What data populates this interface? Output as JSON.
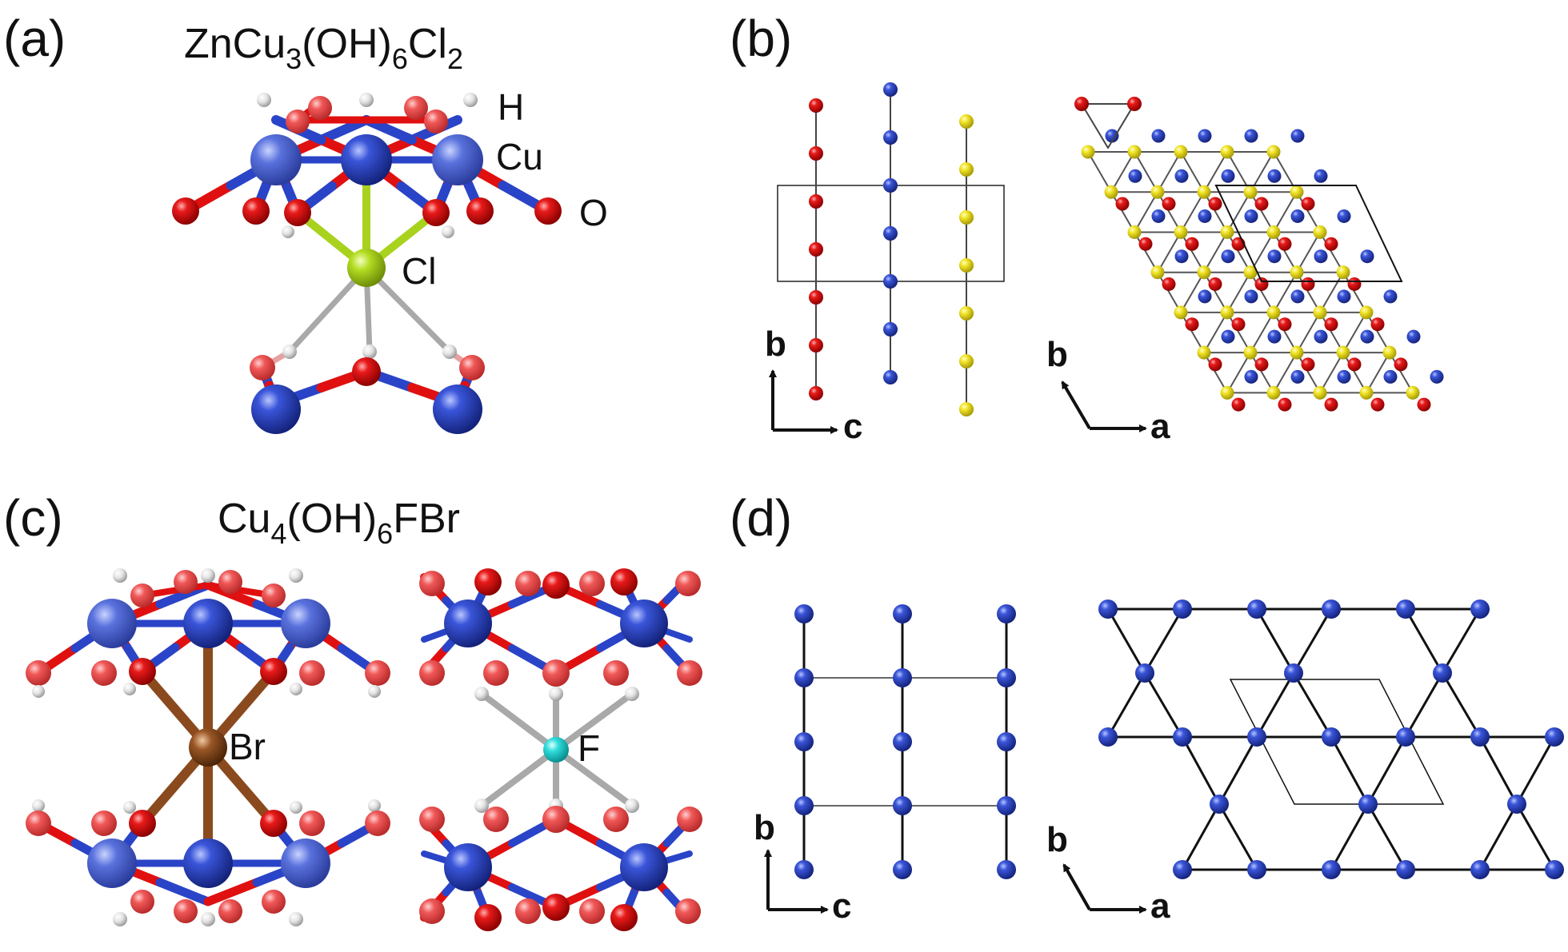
{
  "panels": {
    "a": {
      "label": "(a)",
      "formula": {
        "base1": "ZnCu",
        "sub1": "3",
        "base2": "(OH)",
        "sub2": "6",
        "base3": "Cl",
        "sub3": "2"
      },
      "atoms": {
        "h": "H",
        "cu": "Cu",
        "o": "O",
        "cl": "Cl"
      }
    },
    "b": {
      "label": "(b)",
      "side_axes": {
        "vertical": "b",
        "horizontal": "c"
      },
      "top_axes": {
        "oblique": "b",
        "horizontal": "a"
      }
    },
    "c": {
      "label": "(c)",
      "formula": {
        "base1": "Cu",
        "sub1": "4",
        "base2": "(OH)",
        "sub2": "6",
        "base3": "FBr"
      },
      "atoms": {
        "br": "Br",
        "f": "F"
      }
    },
    "d": {
      "label": "(d)",
      "side_axes": {
        "vertical": "b",
        "horizontal": "c"
      },
      "top_axes": {
        "oblique": "b",
        "horizontal": "a"
      }
    }
  },
  "colors": {
    "cu": "#2035b8",
    "o": "#d90f0f",
    "h": "#dcdcdc",
    "cl": "#a8d21e",
    "br": "#8a4a1e",
    "f": "#25d4d4",
    "yellow_site": "#f0e31c",
    "bond_blue": "#2a44c8",
    "bond_red": "#e01010",
    "bond_grey": "#a9a9a9"
  }
}
